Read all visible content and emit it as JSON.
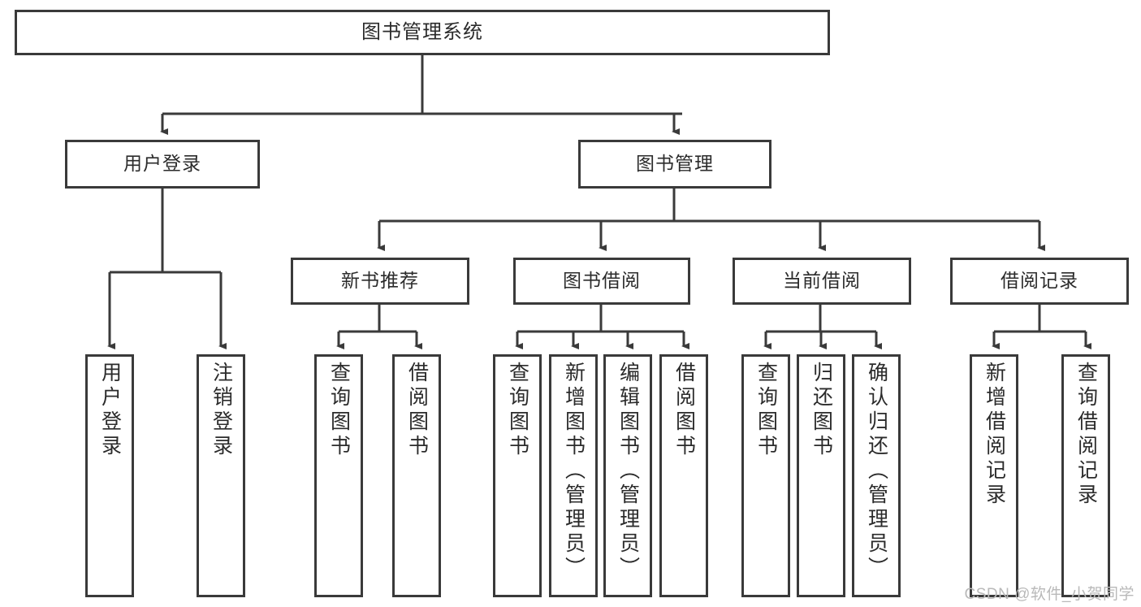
{
  "diagram": {
    "title": "图书管理系统",
    "type": "tree-hierarchy-diagram",
    "colors": {
      "stroke": "#3a3a3a",
      "fill": "#ffffff",
      "text": "#2b2b2b",
      "watermark": "#b9b9b9"
    },
    "root": {
      "label": "图书管理系统"
    },
    "level1": [
      {
        "label": "用户登录"
      },
      {
        "label": "图书管理"
      }
    ],
    "level2": [
      {
        "label": "新书推荐"
      },
      {
        "label": "图书借阅"
      },
      {
        "label": "当前借阅"
      },
      {
        "label": "借阅记录"
      }
    ],
    "leaves": {
      "user_login": [
        {
          "label": "用户登录"
        },
        {
          "label": "注销登录"
        }
      ],
      "new_book_recommend": [
        {
          "label": "查询图书"
        },
        {
          "label": "借阅图书"
        }
      ],
      "book_borrow": [
        {
          "label": "查询图书"
        },
        {
          "label": "新增图书（管理员）"
        },
        {
          "label": "编辑图书（管理员）"
        },
        {
          "label": "借阅图书"
        }
      ],
      "current_borrow": [
        {
          "label": "查询图书"
        },
        {
          "label": "归还图书"
        },
        {
          "label": "确认归还（管理员）"
        }
      ],
      "borrow_record": [
        {
          "label": "新增借阅记录"
        },
        {
          "label": "查询借阅记录"
        }
      ]
    }
  },
  "watermark": {
    "text": "CSDN @软件_小贺同学"
  }
}
